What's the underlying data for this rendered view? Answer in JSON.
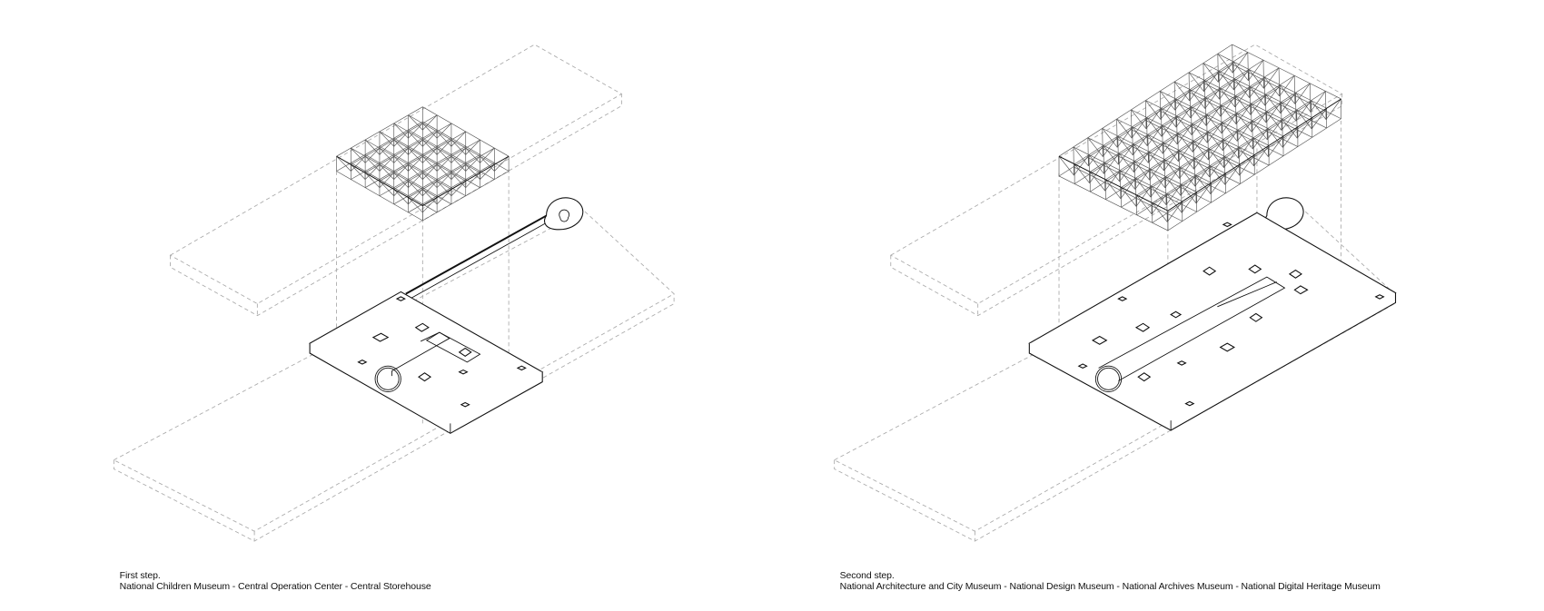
{
  "captions": {
    "first": {
      "step": "First step.",
      "text": "National Children Museum - Central Operation Center - Central Storehouse"
    },
    "second": {
      "step": "Second step.",
      "text": "National Architecture and City Museum - National Design Museum - National Archives Museum - National Digital Heritage Museum"
    }
  }
}
